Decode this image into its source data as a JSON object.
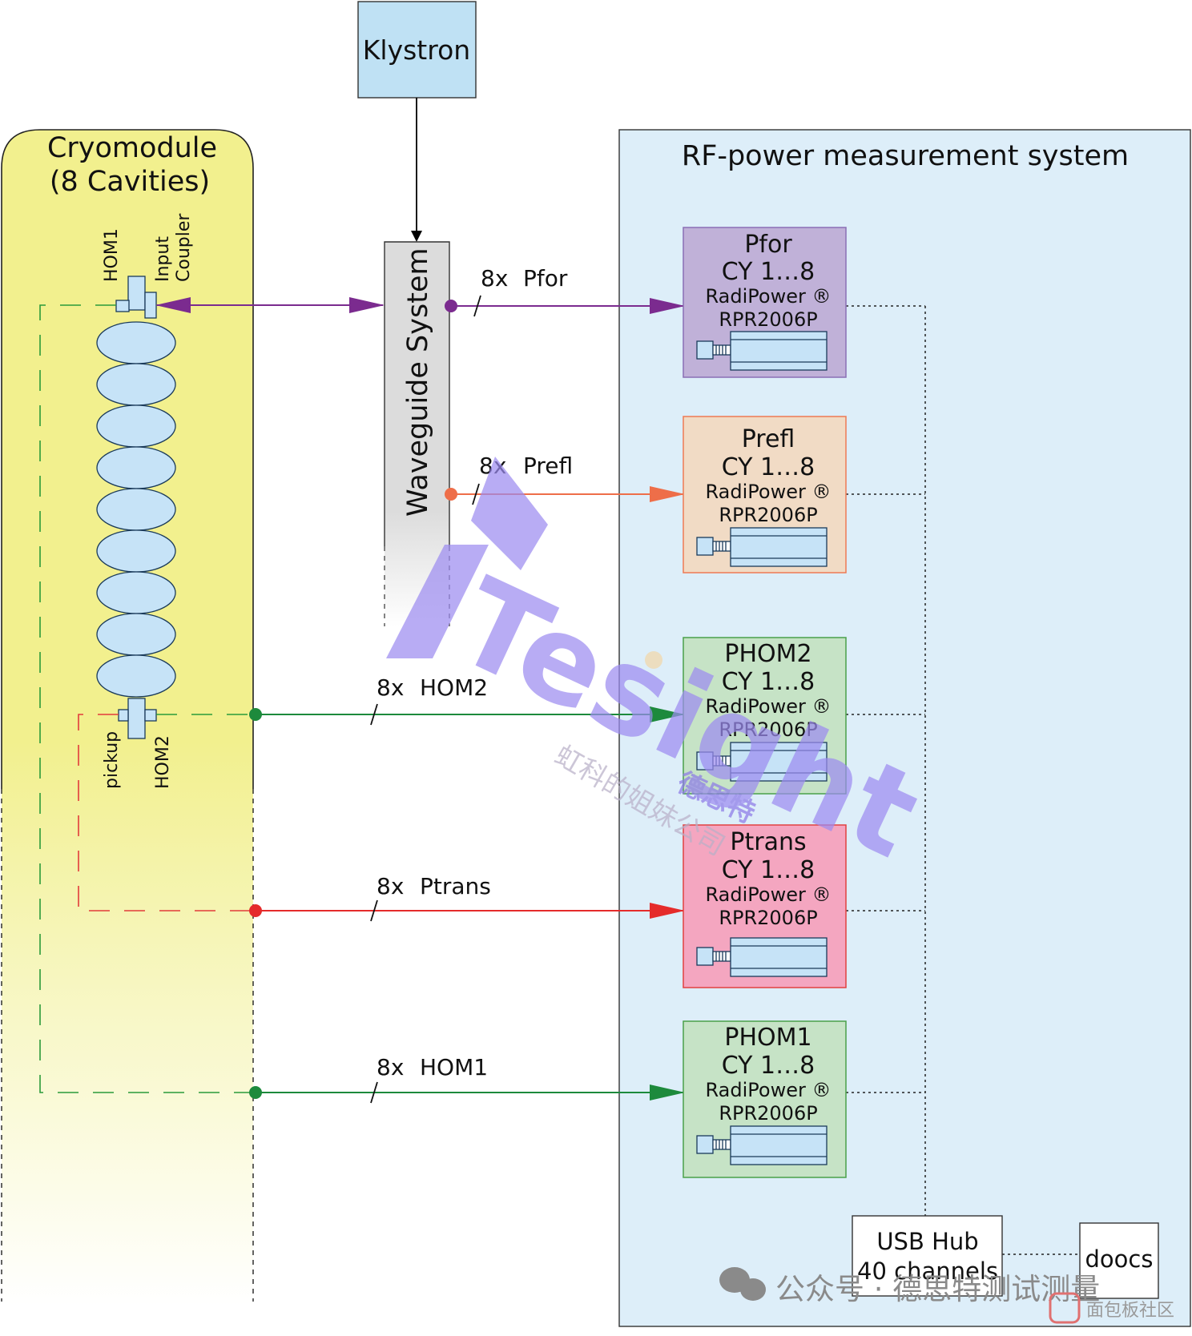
{
  "cryomodule": {
    "title_line1": "Cryomodule",
    "title_line2": "(8 Cavities)",
    "label_hom1": "HOM1",
    "label_input_coupler_1": "Input",
    "label_input_coupler_2": "Coupler",
    "label_pickup": "pickup",
    "label_hom2": "HOM2",
    "color_fill": "#f3f29a",
    "cavity_color": "#c6e3f7"
  },
  "klystron": {
    "label": "Klystron",
    "color": "#bfe1f4"
  },
  "waveguide": {
    "label": "Waveguide System"
  },
  "rf_system": {
    "title": "RF-power measurement system",
    "color": "#ddeef9"
  },
  "signals": [
    {
      "count": "8x",
      "name": "Pfor"
    },
    {
      "count": "8x",
      "name": "Prefl"
    },
    {
      "count": "8x",
      "name": "HOM2"
    },
    {
      "count": "8x",
      "name": "Ptrans"
    },
    {
      "count": "8x",
      "name": "HOM1"
    }
  ],
  "modules": [
    {
      "name": "Pfor",
      "channels": "CY 1…8",
      "brand": "RadiPower ®",
      "model": "RPR2006P",
      "color": "#c0b1d8",
      "border": "#8a6fb5"
    },
    {
      "name": "Prefl",
      "channels": "CY 1…8",
      "brand": "RadiPower ®",
      "model": "RPR2006P",
      "color": "#f1dbc5",
      "border": "#ee7a55"
    },
    {
      "name": "PHOM2",
      "channels": "CY 1…8",
      "brand": "RadiPower ®",
      "model": "RPR2006P",
      "color": "#c6e3c6",
      "border": "#4aa04a"
    },
    {
      "name": "Ptrans",
      "channels": "CY 1…8",
      "brand": "RadiPower ®",
      "model": "RPR2006P",
      "color": "#f4a6c0",
      "border": "#e14040"
    },
    {
      "name": "PHOM1",
      "channels": "CY 1…8",
      "brand": "RadiPower ®",
      "model": "RPR2006P",
      "color": "#c6e3c6",
      "border": "#4aa04a"
    }
  ],
  "usb_hub": {
    "line1": "USB Hub",
    "line2": "40 channels"
  },
  "doocs": {
    "label": "doocs"
  },
  "watermark": {
    "logo": "Tesight",
    "brand_cn": "德思特",
    "subtitle_cn": "虹科的姐妹公司",
    "wechat": "公众号 · 德思特测试测量",
    "site": "面包板社区"
  },
  "colors": {
    "pfor": "#7b2b8f",
    "prefl": "#ee6e49",
    "hom": "#1d8a3c",
    "ptrans": "#e52b2b",
    "red_dash": "#e23b3b",
    "green_dash": "#2a9a3a"
  }
}
